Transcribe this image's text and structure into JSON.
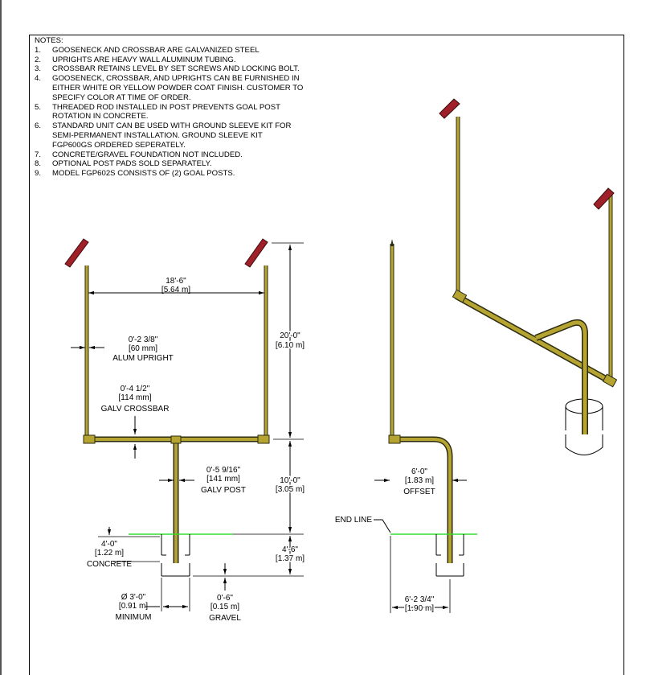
{
  "notes": {
    "header": "NOTES:",
    "items": [
      {
        "n": "1.",
        "text": "GOOSENECK AND CROSSBAR ARE GALVANIZED STEEL"
      },
      {
        "n": "2.",
        "text": "UPRIGHTS ARE HEAVY WALL ALUMINUM TUBING."
      },
      {
        "n": "3.",
        "text": "CROSSBAR RETAINS LEVEL BY SET SCREWS AND LOCKING BOLT."
      },
      {
        "n": "4.",
        "text": "GOOSENECK, CROSSBAR, AND UPRIGHTS CAN BE FURNISHED IN\nEITHER WHITE OR YELLOW POWDER COAT FINISH.  CUSTOMER TO\nSPECIFY COLOR AT TIME OF ORDER."
      },
      {
        "n": "5.",
        "text": "THREADED ROD INSTALLED IN POST PREVENTS GOAL POST\nROTATION IN CONCRETE."
      },
      {
        "n": "6.",
        "text": "STANDARD UNIT CAN BE USED WITH GROUND SLEEVE KIT FOR\nSEMI-PERMANENT INSTALLATION.  GROUND SLEEVE KIT\nFGP600GS ORDERED SEPERATELY."
      },
      {
        "n": "7.",
        "text": "CONCRETE/GRAVEL FOUNDATION NOT INCLUDED."
      },
      {
        "n": "8.",
        "text": "OPTIONAL POST PADS SOLD SEPARATELY."
      },
      {
        "n": "9.",
        "text": "MODEL FGP602S CONSISTS OF (2) GOAL POSTS."
      }
    ]
  },
  "dims": {
    "width": {
      "imperial": "18'-6\"",
      "metric": "[5.64 m]"
    },
    "upright": {
      "imperial": "0'-2 3/8\"",
      "metric": "[60 mm]",
      "label": "ALUM UPRIGHT"
    },
    "crossbar": {
      "imperial": "0'-4 1/2\"",
      "metric": "[114 mm]",
      "label": "GALV CROSSBAR"
    },
    "upright_height": {
      "imperial": "20'-0\"",
      "metric": "[6.10 m]"
    },
    "post": {
      "imperial": "0'-5 9/16\"",
      "metric": "[141 mm]",
      "label": "GALV POST"
    },
    "crossbar_height": {
      "imperial": "10'-0\"",
      "metric": "[3.05 m]"
    },
    "concrete": {
      "imperial": "4'-0\"",
      "metric": "[1.22 m]",
      "label": "CONCRETE"
    },
    "embed": {
      "imperial": "4'-6\"",
      "metric": "[1.37 m]"
    },
    "diameter": {
      "imperial": "Ø  3'-0\"",
      "metric": "[0.91 m]",
      "label": "MINIMUM"
    },
    "gravel": {
      "imperial": "0'-6\"",
      "metric": "[0.15 m]",
      "label": "GRAVEL"
    },
    "offset": {
      "imperial": "6'-0\"",
      "metric": "[1.83 m]",
      "label": "OFFSET"
    },
    "end_line": "END LINE",
    "base": {
      "imperial": "6'-2 3/4\"",
      "metric": "[1.90 m]"
    }
  },
  "colors": {
    "pipe": "#b5a431",
    "pipe_edge": "#2b2b10",
    "pad": "#a0202a",
    "ground": "#33dd33"
  }
}
